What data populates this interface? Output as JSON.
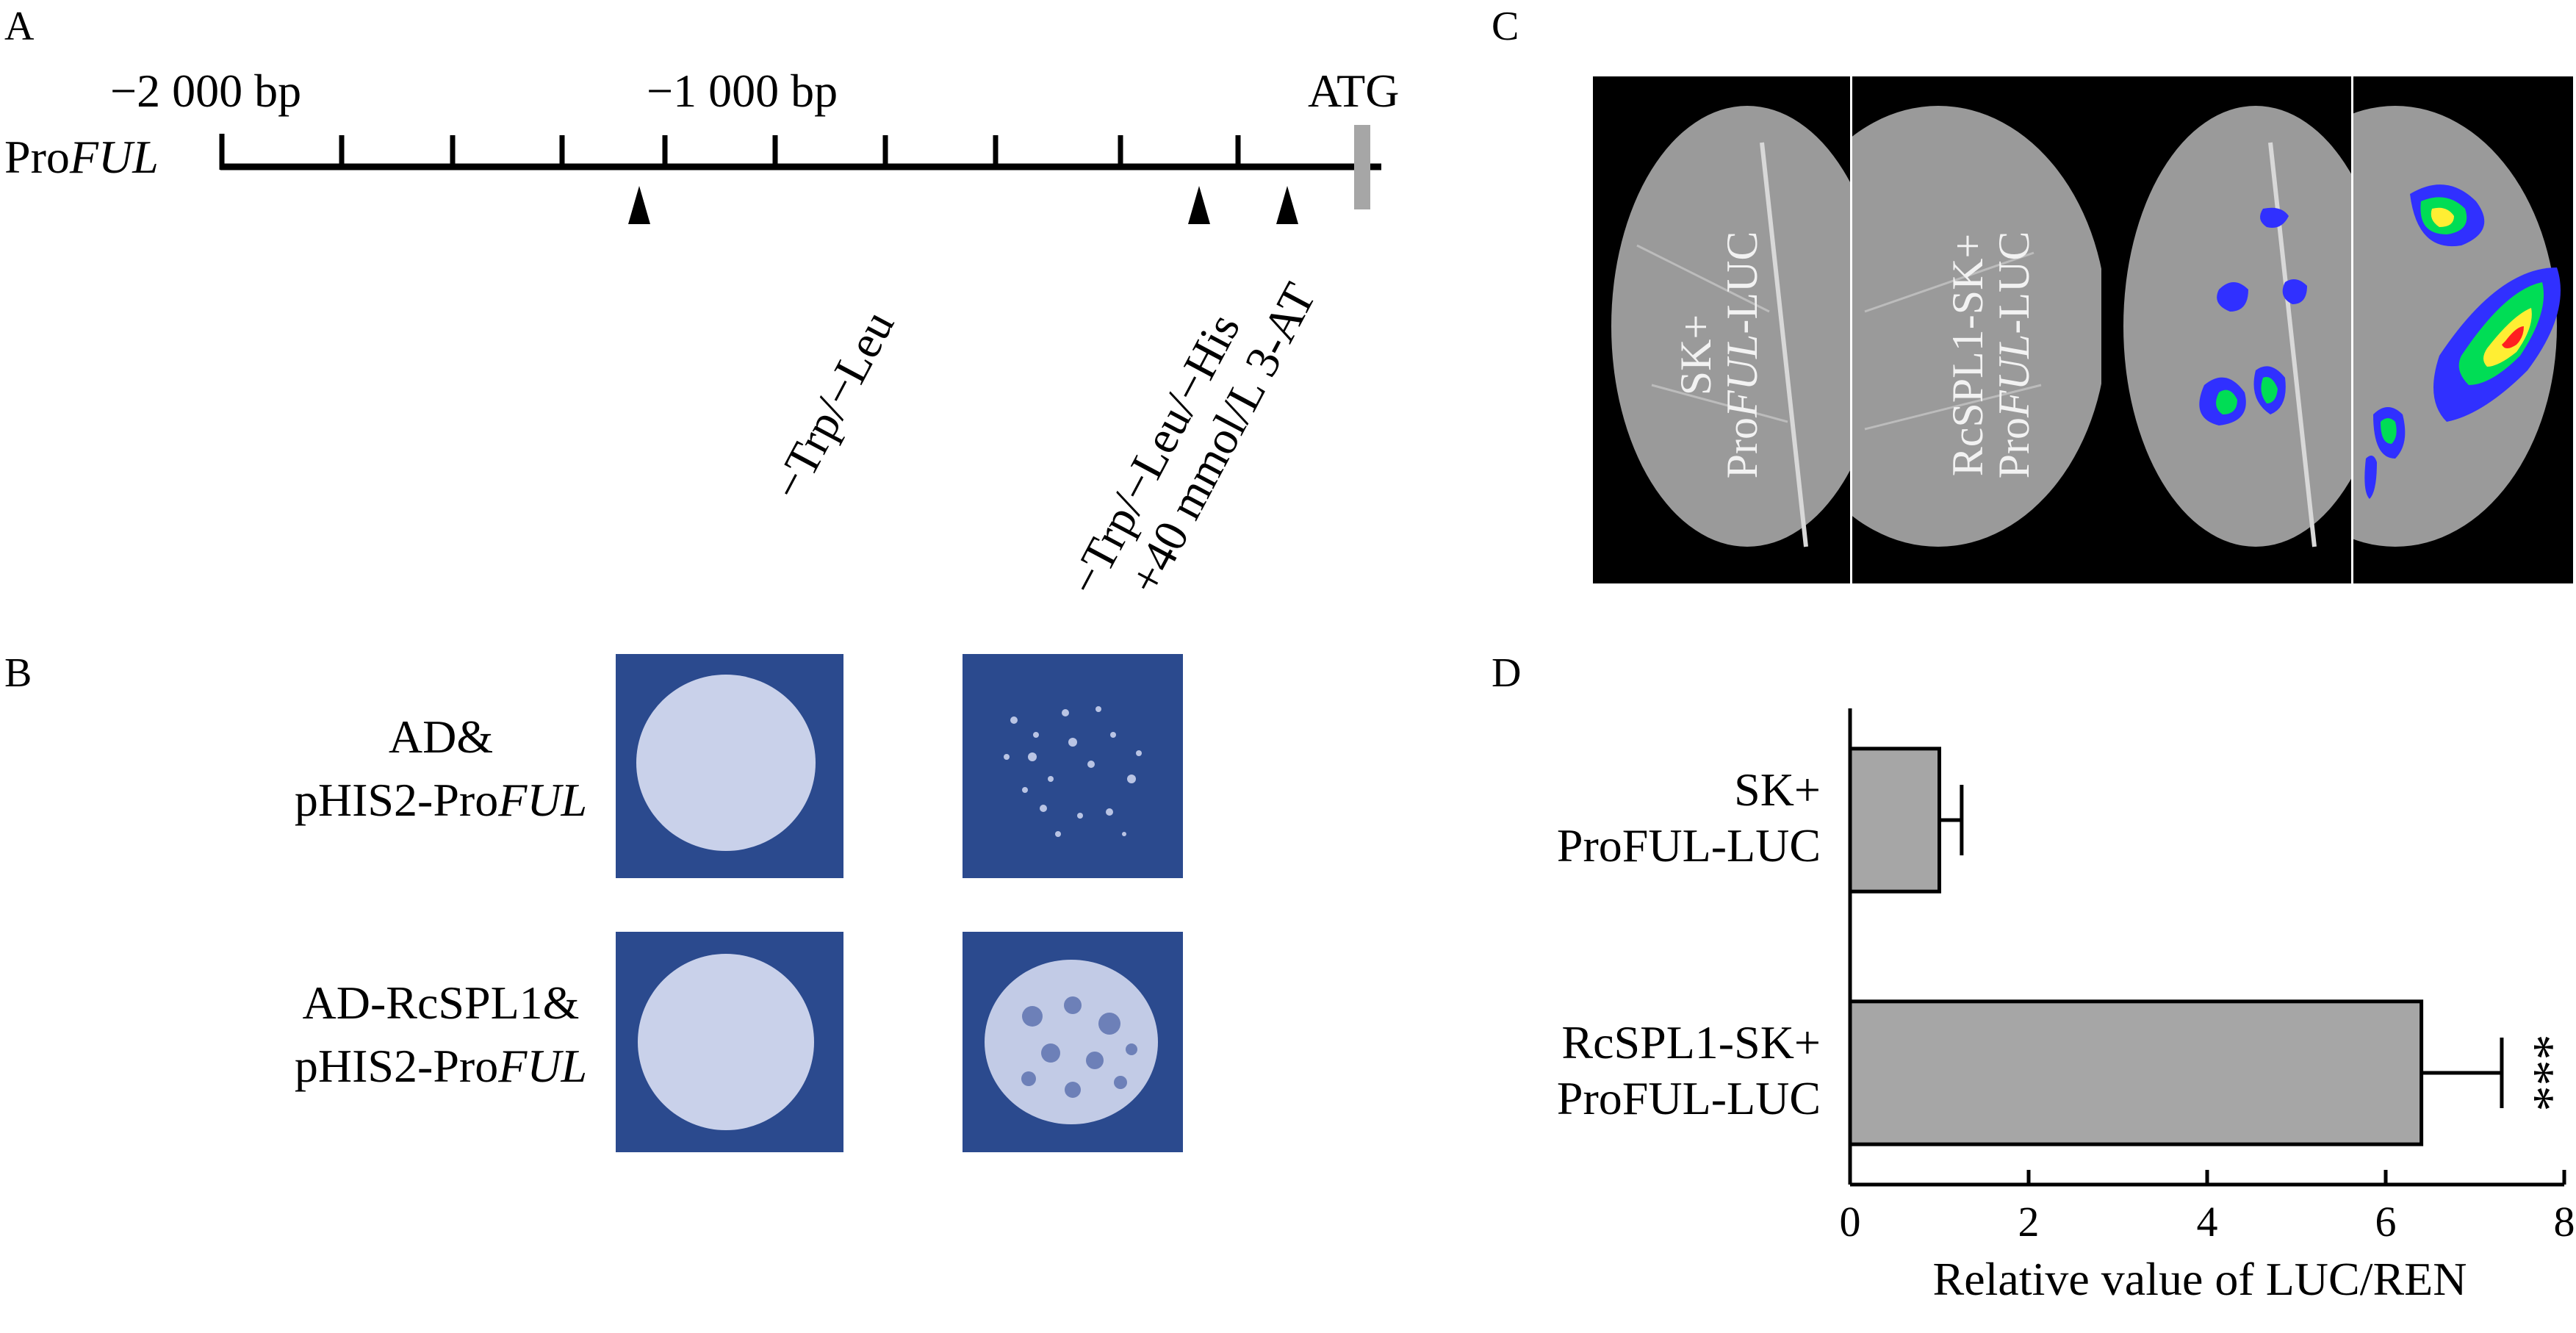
{
  "panels": {
    "A": "A",
    "B": "B",
    "C": "C",
    "D": "D"
  },
  "panelA": {
    "pos_start": "−2 000 bp",
    "pos_mid": "−1 000 bp",
    "atg": "ATG",
    "promoter_prefix": "Pro",
    "promoter_gene": "FUL",
    "tick_count": 10,
    "site_count": 3,
    "colors": {
      "line": "#000000",
      "atg_box": "#a6a6a6"
    }
  },
  "panelB": {
    "medium1": "−Trp/−Leu",
    "medium2_line1": "−Trp/−Leu/−His",
    "medium2_line2": "+40 mmol/L 3-AT",
    "row1_line1": "AD&",
    "row1_line2_prefix": "pHIS2-Pro",
    "row1_line2_gene": "FUL",
    "row2_line1": "AD-RcSPL1&",
    "row2_line2_prefix": "pHIS2-Pro",
    "row2_line2_gene": "FUL",
    "colors": {
      "plate": "#2b4a8e",
      "colony": "#c9d1ea"
    }
  },
  "panelC": {
    "left_label_line1": "SK+",
    "left_label_line2_prefix": "Pro",
    "left_label_line2_gene": "FUL",
    "left_label_line2_suffix": "-LUC",
    "right_label_line1": "RcSPL1-SK+",
    "right_label_line2_prefix": "Pro",
    "right_label_line2_gene": "FUL",
    "right_label_line2_suffix": "-LUC",
    "colors": {
      "background": "#000000",
      "leaf": "#9a9a9a",
      "signal_low": "#3030ff",
      "signal_mid": "#00dd55",
      "signal_high": "#ff2020"
    }
  },
  "chart_data": {
    "type": "bar",
    "orientation": "horizontal",
    "categories": [
      [
        "SK+",
        "ProFUL-LUC"
      ],
      [
        "RcSPL1-SK+",
        "ProFUL-LUC"
      ]
    ],
    "values": [
      1.0,
      6.4
    ],
    "errors": [
      0.25,
      0.9
    ],
    "significance": [
      "",
      "***"
    ],
    "xlabel": "Relative value of LUC/REN",
    "xlim": [
      0,
      8
    ],
    "xticks": [
      0,
      2,
      4,
      6,
      8
    ],
    "grid": false,
    "colors": {
      "bar": "#a6a6a6",
      "edge": "#000000"
    }
  }
}
